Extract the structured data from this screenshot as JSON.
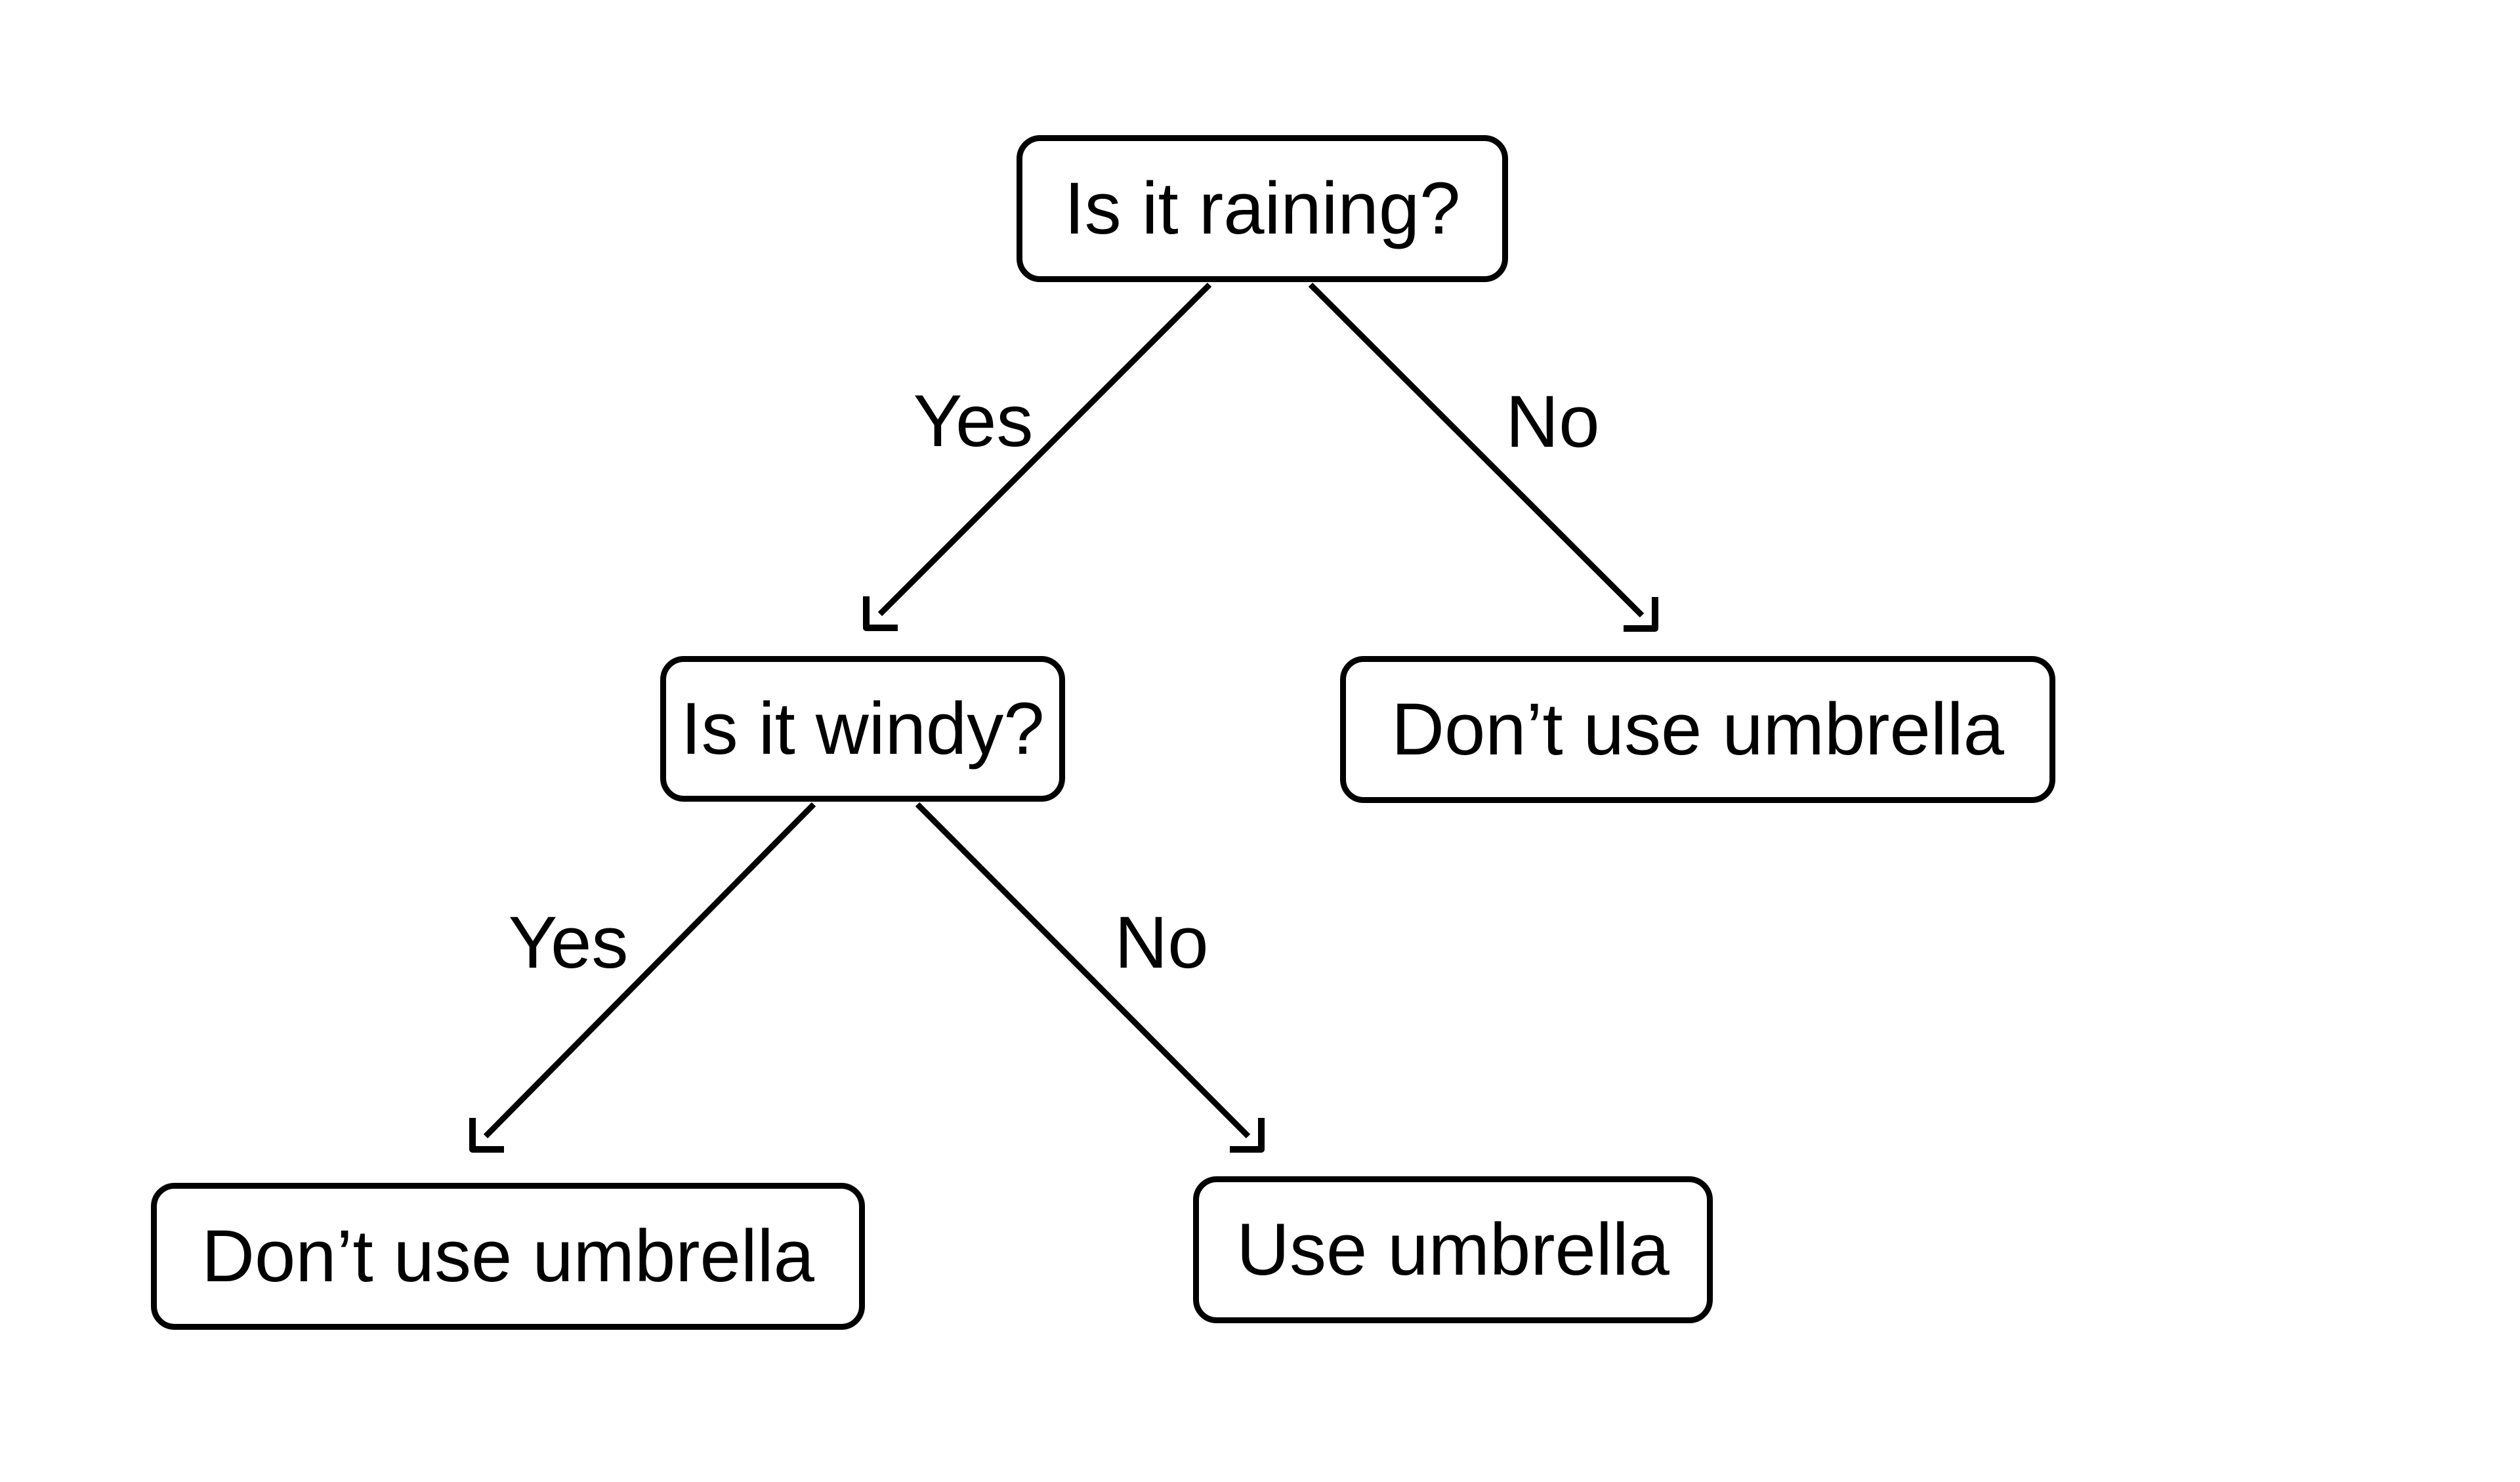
{
  "diagram": {
    "type": "decision-tree-flowchart",
    "background_color": "#ffffff",
    "stroke_color": "#000000",
    "text_color": "#000000",
    "nodes": [
      {
        "id": "is-it-raining",
        "label": "Is it raining?",
        "kind": "decision"
      },
      {
        "id": "is-it-windy",
        "label": "Is it windy?",
        "kind": "decision"
      },
      {
        "id": "dont-use-umbrella-right",
        "label": "Don’t use umbrella",
        "kind": "outcome"
      },
      {
        "id": "dont-use-umbrella-left",
        "label": "Don’t use umbrella",
        "kind": "outcome"
      },
      {
        "id": "use-umbrella",
        "label": "Use umbrella",
        "kind": "outcome"
      }
    ],
    "edges": [
      {
        "from": "is-it-raining",
        "to": "is-it-windy",
        "label": "Yes"
      },
      {
        "from": "is-it-raining",
        "to": "dont-use-umbrella-right",
        "label": "No"
      },
      {
        "from": "is-it-windy",
        "to": "dont-use-umbrella-left",
        "label": "Yes"
      },
      {
        "from": "is-it-windy",
        "to": "use-umbrella",
        "label": "No"
      }
    ]
  }
}
